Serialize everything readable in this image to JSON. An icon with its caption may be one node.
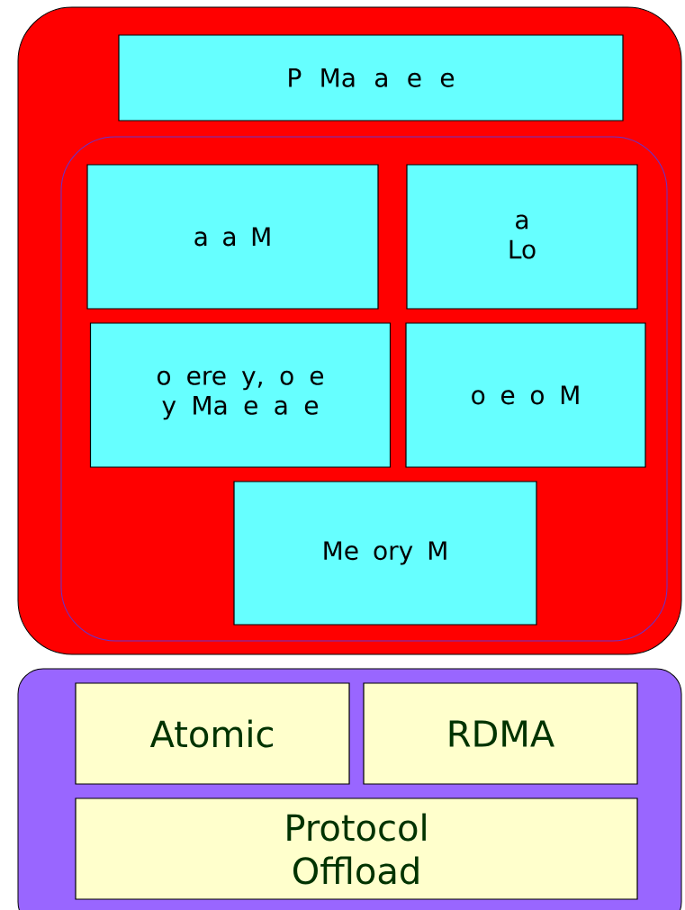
{
  "diagram": {
    "nodes": [
      {
        "text": [],
        "shape": "box"
      },
      {
        "text": [
          "P Ma a e e"
        ],
        "in": 0
      },
      {
        "text": [],
        "shape": "box",
        "in": 0
      },
      {
        "text": [
          "a a M"
        ],
        "in": 2
      },
      {
        "text": [
          "a Lo"
        ],
        "in": 2
      },
      {
        "text": [
          "o ere y, o e y Ma e a e"
        ],
        "in": 2
      },
      {
        "text": [
          "o e o M"
        ],
        "in": 2
      },
      {
        "text": [
          "Me ory M"
        ],
        "in": 2
      },
      {
        "text": [],
        "shape": "box"
      },
      {
        "text": [
          "Atomic"
        ],
        "in": 8
      },
      {
        "text": [
          "RDMA"
        ],
        "in": 8
      },
      {
        "text": [
          "Protocol Offload"
        ],
        "in": 8
      }
    ]
  }
}
